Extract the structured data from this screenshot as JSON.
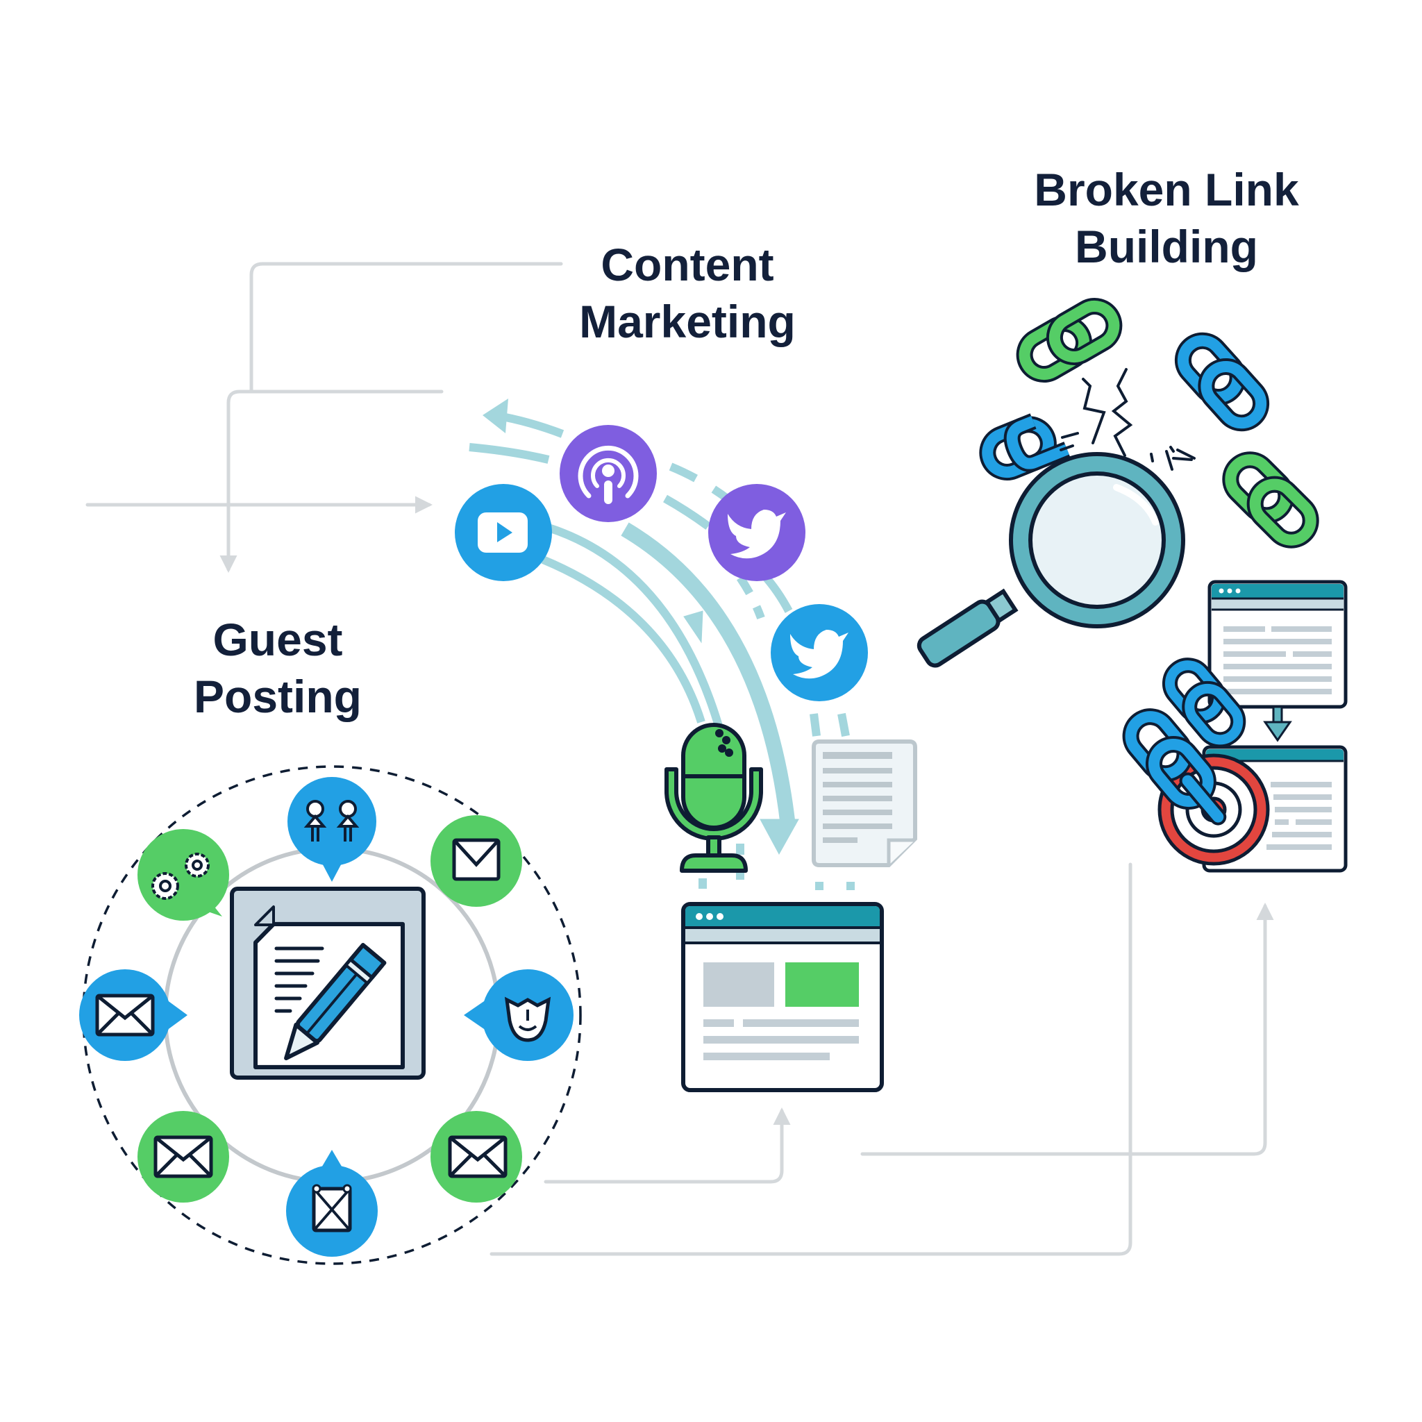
{
  "sections": {
    "content_marketing": {
      "title_line1": "Content",
      "title_line2": "Marketing",
      "icons": [
        "youtube-play-icon",
        "podcast-icon",
        "twitter-bird-icon",
        "twitter-bird-icon",
        "microphone-icon",
        "document-icon",
        "browser-window-icon"
      ]
    },
    "broken_link_building": {
      "title_line1": "Broken Link",
      "title_line2": "Building",
      "icons": [
        "chain-link-icon",
        "broken-chain-link-icon",
        "magnifying-glass-icon",
        "webpage-icon",
        "target-icon"
      ]
    },
    "guest_posting": {
      "title_line1": "Guest",
      "title_line2": "Posting",
      "icons": [
        "document-pen-icon",
        "people-icon",
        "gears-icon",
        "envelope-icon",
        "cat-face-icon",
        "calendar-envelope-icon"
      ]
    }
  },
  "colors": {
    "heading": "#13203a",
    "blue": "#22a0e4",
    "green": "#55cd66",
    "purple": "#7f5ee0",
    "teal": "#5fb4c0",
    "flow": "#a3d6dd",
    "connector": "#d4d8db",
    "outline": "#0e1d33",
    "red": "#e2463f"
  }
}
